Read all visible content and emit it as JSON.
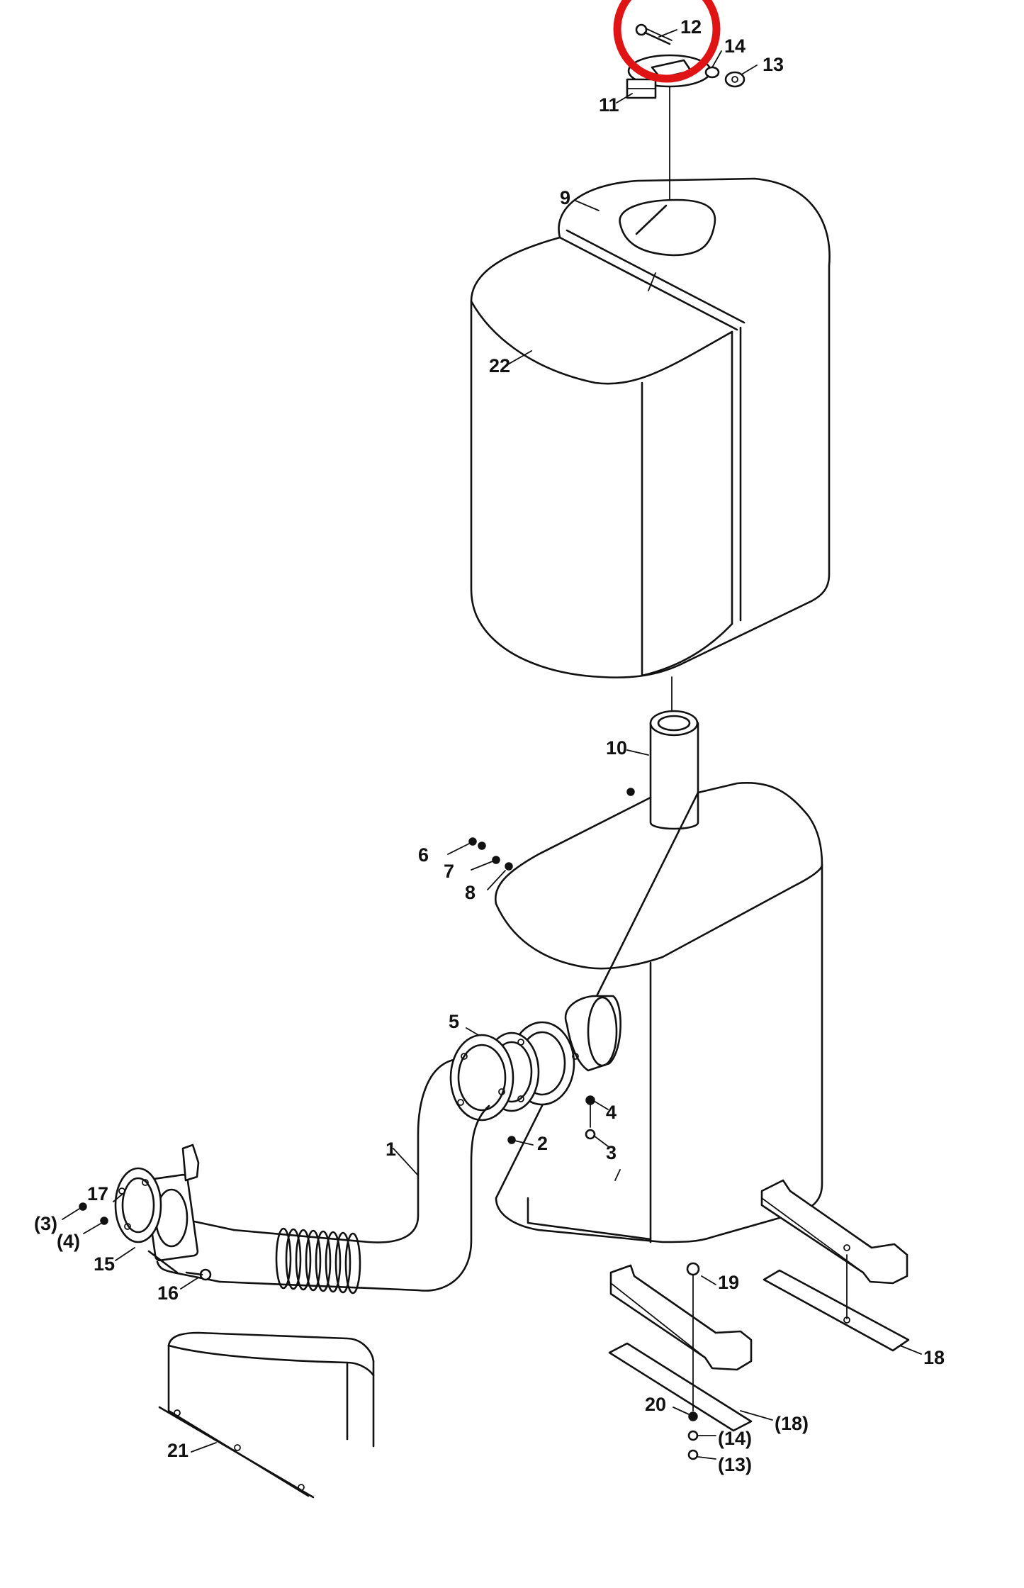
{
  "labels": {
    "p1": "1",
    "p2": "2",
    "p3": "3",
    "p4": "4",
    "p5": "5",
    "p6": "6",
    "p7": "7",
    "p8": "8",
    "p9": "9",
    "p10": "10",
    "p11": "11",
    "p12": "12",
    "p13": "13",
    "p14": "14",
    "p15": "15",
    "p16": "16",
    "p17": "17",
    "p18": "18",
    "p19": "19",
    "p20": "20",
    "p21": "21",
    "p22": "22",
    "p3_ref": "(3)",
    "p4_ref": "(4)",
    "p13_ref": "(13)",
    "p14_ref": "(14)",
    "p18_ref": "(18)"
  },
  "highlight": {
    "target_part": "12",
    "color": "#e01414"
  }
}
